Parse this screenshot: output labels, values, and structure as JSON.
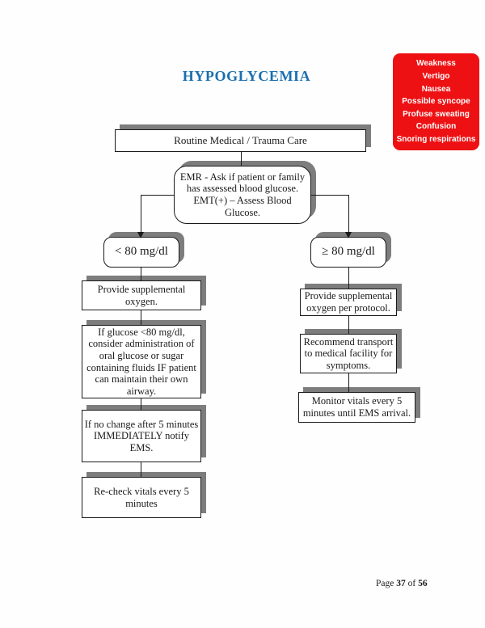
{
  "page": {
    "title": "HYPOGLYCEMIA",
    "footer": {
      "prefix": "Page",
      "page_number": "37",
      "of_label": "of",
      "total_pages": "56"
    }
  },
  "colors": {
    "title_blue": "#1b6fae",
    "symptom_red": "#ee1113",
    "shadow_gray": "#7d7d7d",
    "line_black": "#1a1a1a"
  },
  "symptoms_callout": {
    "items": [
      "Weakness",
      "Vertigo",
      "Nausea",
      "Possible syncope",
      "Profuse sweating",
      "Confusion",
      "Snoring respirations"
    ]
  },
  "flowchart": {
    "routine_care": "Routine Medical / Trauma Care",
    "assess_glucose": "EMR - Ask if patient or family has assessed blood glucose. EMT(+) – Assess Blood Glucose.",
    "branch_low": "< 80 mg/dl",
    "branch_high": "≥ 80 mg/dl",
    "low_steps": [
      "Provide supplemental oxygen.",
      "If glucose <80 mg/dl, consider administration of oral glucose or sugar containing fluids IF patient can maintain their own airway.",
      "If no change after 5 minutes IMMEDIATELY notify EMS.",
      "Re-check vitals every 5 minutes"
    ],
    "high_steps": [
      "Provide supplemental oxygen per protocol.",
      "Recommend transport to medical facility for symptoms.",
      "Monitor vitals every 5 minutes until EMS arrival."
    ]
  }
}
